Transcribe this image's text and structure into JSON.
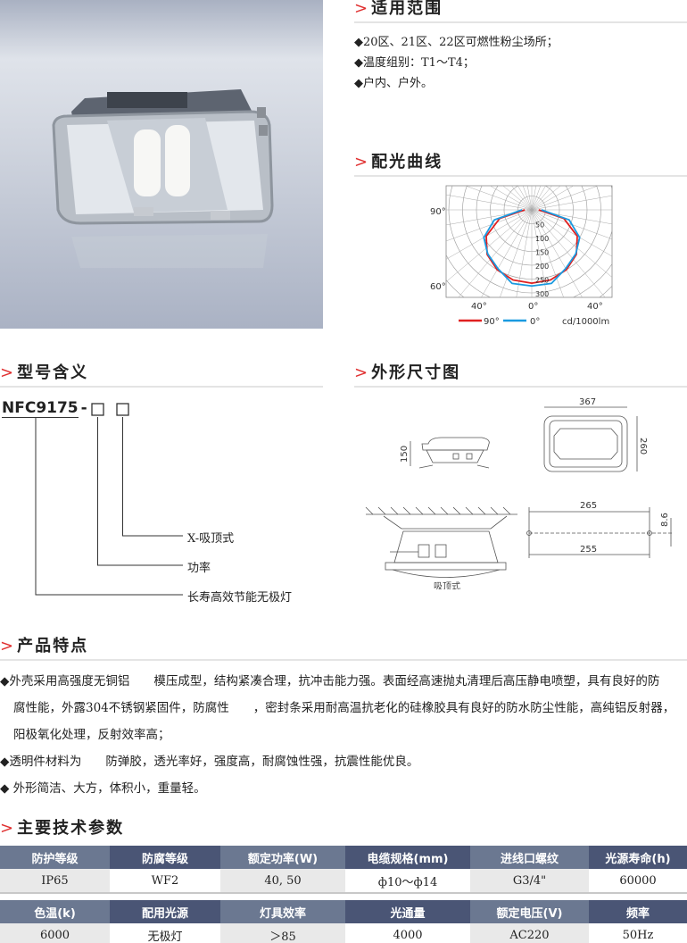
{
  "sections": {
    "scope": "适用范围",
    "light_curve": "配光曲线",
    "model_meaning": "型号含义",
    "dimensions": "外形尺寸图",
    "features": "产品特点",
    "specs": "主要技术参数"
  },
  "section_marker": ">",
  "scope_items": [
    "◆20区、21区、22区可燃性粉尘场所；",
    "◆温度组别：T1～T4；",
    "◆户内、户外。"
  ],
  "chart_data": {
    "type": "polar",
    "unit_label": "cd/1000lm",
    "radial_ticks": [
      "50",
      "100",
      "150",
      "200",
      "250",
      "300"
    ],
    "angle_labels": {
      "left_top": "90°",
      "left_bottom": "60°",
      "bottom": [
        "40°",
        "0°",
        "40°"
      ]
    },
    "angles_deg": [
      0,
      15,
      30,
      45,
      60,
      75,
      90
    ],
    "series": [
      {
        "name": "90°",
        "color": "#e02020",
        "values": [
          265,
          262,
          250,
          228,
          190,
          120,
          25
        ]
      },
      {
        "name": "0°",
        "color": "#1a9ae0",
        "values": [
          275,
          275,
          245,
          225,
          200,
          140,
          35
        ]
      }
    ],
    "grid": true,
    "legend": "bottom"
  },
  "model": {
    "code": "NFC9175",
    "dash": "-",
    "labels": [
      "X-吸顶式",
      "功率",
      "长寿高效节能无极灯"
    ]
  },
  "dimensions": {
    "width": "367",
    "depth": "260",
    "height": "150",
    "hole_spacing_outer": "265",
    "hole_spacing_inner": "255",
    "hole_dia": "8.6",
    "mount_label": "吸顶式"
  },
  "features": [
    "◆外壳采用高强度无铜铝　　模压成型，结构紧凑合理，抗冲击能力强。表面经高速抛丸清理后高压静电喷塑，具有良好的防",
    "腐性能，外露304不锈钢紧固件，防腐性　　，密封条采用耐高温抗老化的硅橡胶具有良好的防水防尘性能，高纯铝反射器，",
    "阳极氧化处理，反射效率高；",
    "◆透明件材料为　　防弹胶，透光率好，强度高，耐腐蚀性强，抗震性能优良。",
    "◆ 外形简洁、大方，体积小，重量轻。"
  ],
  "specs": {
    "table1": {
      "headers": [
        "防护等级",
        "防腐等级",
        "额定功率(W)",
        "电缆规格(mm)",
        "进线口螺纹",
        "光源寿命(h)"
      ],
      "values": [
        "IP65",
        "WF2",
        "40, 50",
        "ф10～ф14",
        "G3/4\"",
        "60000"
      ]
    },
    "table2": {
      "headers": [
        "色温(k)",
        "配用光源",
        "灯具效率",
        "光通量",
        "额定电压(V)",
        "频率"
      ],
      "values": [
        "6000",
        "无极灯",
        "＞85",
        "4000",
        "AC220",
        "50Hz"
      ]
    }
  }
}
